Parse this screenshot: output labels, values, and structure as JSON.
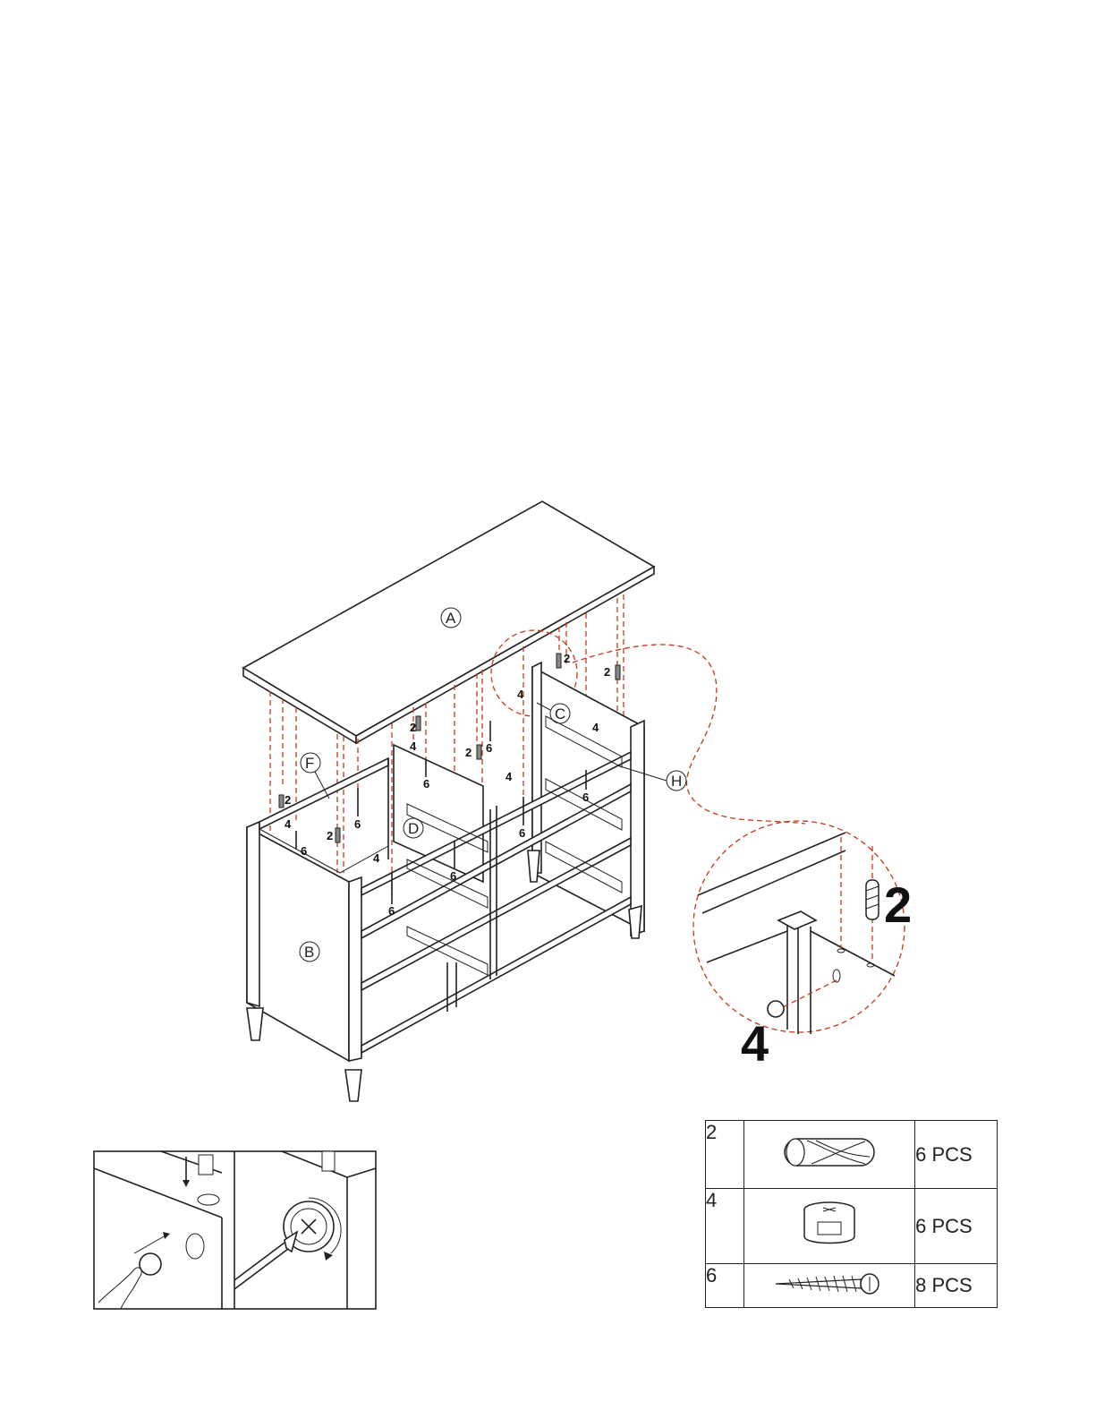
{
  "parts": {
    "A": "A",
    "B": "B",
    "C": "C",
    "D": "D",
    "F": "F",
    "H": "H"
  },
  "callouts": {
    "dowel": "2",
    "cam": "4",
    "screw": "6"
  },
  "detail": {
    "dowel_label": "2",
    "cam_label": "4"
  },
  "hardware_table": {
    "rows": [
      {
        "number": "2",
        "icon": "wooden-dowel-icon",
        "qty": "6 PCS"
      },
      {
        "number": "4",
        "icon": "cam-lock-icon",
        "qty": "6 PCS"
      },
      {
        "number": "6",
        "icon": "screw-icon",
        "qty": "8 PCS"
      }
    ]
  },
  "colors": {
    "guide_dash": "#c23a1a",
    "ink": "#222222"
  }
}
